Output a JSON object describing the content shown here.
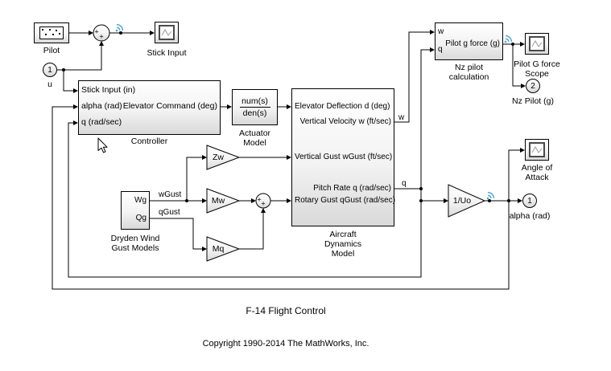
{
  "title": "F-14 Flight Control",
  "copyright": "Copyright 1990-2014 The MathWorks, Inc.",
  "colors": {
    "badge_blue": "#4fa8d8",
    "block_border": "#000000",
    "canvas": "#ffffff"
  },
  "blocks": {
    "pilot": {
      "label": "Pilot"
    },
    "sum_stick": {
      "plus_left": "+",
      "plus_bottom": "+"
    },
    "stick_input_scope": {
      "label": "Stick Input"
    },
    "inport_u": {
      "number": "1",
      "label": "u"
    },
    "controller": {
      "inputs": [
        "Stick Input (in)",
        "alpha (rad)",
        "q (rad/sec)"
      ],
      "output": "Elevator Command (deg)",
      "label": "Controller"
    },
    "actuator": {
      "numerator": "num(s)",
      "denominator": "den(s)",
      "label1": "Actuator",
      "label2": "Model"
    },
    "aircraft": {
      "inputs": [
        "Elevator Deflection d (deg)",
        "Vertical Gust wGust (ft/sec)",
        "Rotary Gust qGust (rad/sec)"
      ],
      "outputs": [
        "Vertical Velocity w (ft/sec)",
        "Pitch Rate q (rad/sec)"
      ],
      "label1": "Aircraft",
      "label2": "Dynamics",
      "label3": "Model"
    },
    "gain_zw": {
      "label": "Zw"
    },
    "gain_mw": {
      "label": "Mw"
    },
    "gain_mq": {
      "label": "Mq"
    },
    "gain_uo": {
      "label": "1/Uo"
    },
    "sum_gust": {
      "plus_left": "+",
      "plus_bottom": "+"
    },
    "dryden": {
      "out1": "Wg",
      "out2": "Qg",
      "label1": "Dryden Wind",
      "label2": "Gust Models"
    },
    "nz_pilot": {
      "in1": "w",
      "in2": "q",
      "output": "Pilot g force (g)",
      "label1": "Nz pilot",
      "label2": "calculation"
    },
    "pilot_g_scope": {
      "label1": "Pilot G force",
      "label2": "Scope"
    },
    "outport_nz": {
      "number": "2",
      "label": "Nz Pilot (g)"
    },
    "aoa_scope": {
      "label1": "Angle of",
      "label2": "Attack"
    },
    "outport_alpha": {
      "number": "1",
      "label": "alpha (rad)"
    }
  },
  "wire_labels": {
    "w": "w",
    "q": "q",
    "wgust": "wGust",
    "qgust": "qGust"
  }
}
